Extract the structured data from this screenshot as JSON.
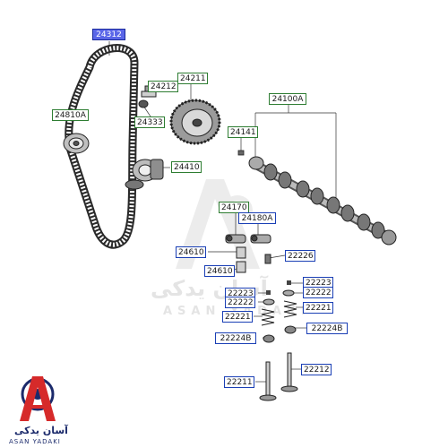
{
  "diagram": {
    "labels": {
      "belt_kit": "24312",
      "idler": "24810A",
      "bolt_a": "24212",
      "sprocket": "24211",
      "bolt_b": "24333",
      "tensioner": "24410",
      "camshaft": "24100A",
      "pin": "24141",
      "rocker_arm_a": "24170",
      "rocker_arm_b": "24180A",
      "lash_adjuster_a": "24610",
      "lash_adjuster_b": "24610",
      "seal": "22226",
      "key_right": "22223",
      "key_left": "22223",
      "retainer_right": "22222",
      "retainer_left": "22222",
      "spring_left": "22221",
      "spring_right": "22221",
      "seat_left": "22224B",
      "seat_right": "22224B",
      "valve_intake": "22211",
      "valve_exhaust": "22212"
    },
    "colors": {
      "green_border": "#2e7d32",
      "blue_border": "#1a3fb5",
      "highlight": "#5a66e8",
      "logo_red": "#d62a2a",
      "logo_navy": "#1b2a6b"
    }
  },
  "logo": {
    "persian_name": "آسان یدکی",
    "latin_name": "ASAN YADAKI",
    "watermark_persian": "آسان یدکی",
    "watermark_latin": "ASAN YADAKI",
    "icon": "gear-a-logo-icon"
  }
}
